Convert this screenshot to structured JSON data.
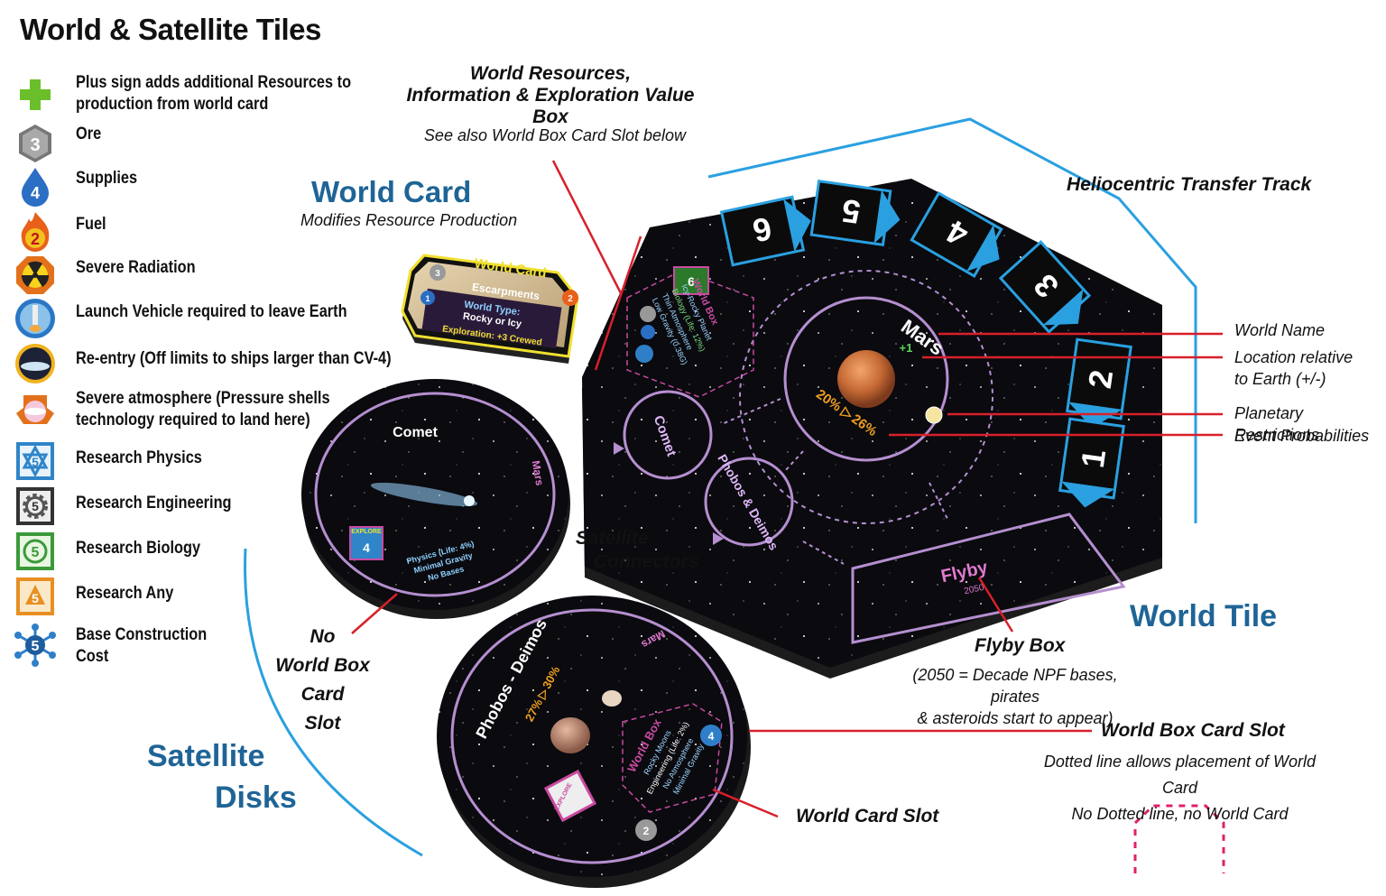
{
  "title": "World & Satellite Tiles",
  "legend": [
    {
      "icon": "plus-sign-icon",
      "label": "Plus sign adds additional Resources to production from world card",
      "line1": "Plus sign adds additional Resources to",
      "line2": "production from world card"
    },
    {
      "icon": "ore-icon",
      "label": "Ore",
      "value": "3"
    },
    {
      "icon": "supplies-icon",
      "label": "Supplies",
      "value": "4"
    },
    {
      "icon": "fuel-icon",
      "label": "Fuel",
      "value": "2"
    },
    {
      "icon": "radiation-icon",
      "label": "Severe Radiation"
    },
    {
      "icon": "launch-vehicle-icon",
      "label": "Launch Vehicle required to leave Earth"
    },
    {
      "icon": "reentry-icon",
      "label": "Re-entry (Off limits to ships larger than CV-4)"
    },
    {
      "icon": "atmosphere-icon",
      "label": "Severe atmosphere (Pressure shells technology required to land here)",
      "line1": "Severe atmosphere (Pressure shells",
      "line2": "technology required to land here)"
    },
    {
      "icon": "research-physics-icon",
      "label": "Research Physics",
      "value": "5"
    },
    {
      "icon": "research-engineering-icon",
      "label": "Research Engineering",
      "value": "5"
    },
    {
      "icon": "research-biology-icon",
      "label": "Research Biology",
      "value": "5"
    },
    {
      "icon": "research-any-icon",
      "label": "Research Any",
      "value": "5"
    },
    {
      "icon": "base-construction-icon",
      "label": "Base Construction Cost",
      "line1": "Base Construction",
      "line2": "Cost",
      "value": "5"
    }
  ],
  "callouts": {
    "world_resources": {
      "line1": "World Resources,",
      "line2": "Information & Exploration Value Box",
      "sub": "See also World Box Card Slot below"
    },
    "world_card": {
      "title": "World Card",
      "sub": "Modifies Resource Production"
    },
    "heliocentric": "Heliocentric Transfer Track",
    "world_name": "World Name",
    "location": {
      "line1": "Location relative",
      "line2": "to Earth (+/-)"
    },
    "planetary": "Planetary Restrictions",
    "event_prob": "Event Probabilities",
    "satellite_connectors": {
      "line1": "Satellite",
      "line2": "Connectors"
    },
    "no_world_box": {
      "l1": "No",
      "l2": "World Box",
      "l3": "Card",
      "l4": "Slot"
    },
    "world_tile": "World Tile",
    "flyby_box": {
      "title": "Flyby Box",
      "line1": "(2050 = Decade NPF bases, pirates",
      "line2": "& asteroids start to appear)"
    },
    "world_box_slot": {
      "title": "World Box Card Slot",
      "line1": "Dotted line allows placement of World Card",
      "line2": "No Dotted line, no World Card"
    },
    "world_card_slot": "World Card Slot",
    "satellite_disks": {
      "line1": "Satellite",
      "line2": "Disks"
    }
  },
  "world_card": {
    "header": "World Card",
    "name": "Escarpments",
    "type_label": "World Type:",
    "type": "Rocky or Icy",
    "exploration": "Exploration: +3 Crewed",
    "ore": "3",
    "fuel": "2",
    "supplies": "1"
  },
  "world_tile": {
    "track": [
      "6",
      "5",
      "4",
      "3",
      "2",
      "1"
    ],
    "planet_name": "Mars",
    "location": "+1",
    "event_low": "20%",
    "event_high": "26%",
    "arrow": "▷",
    "world_box_title": "World Box",
    "world_box_lines": [
      "Icy-Rocky Planet",
      "Biology (Life: 12%)",
      "Thin Atmosphere",
      "Low Gravity (0.38G)"
    ],
    "explore_label": "EXPLORE",
    "explore_value": "6",
    "satellites": [
      "Comet",
      "Phobos & Deimos"
    ],
    "flyby": "Flyby",
    "flyby_year": "2050"
  },
  "comet_disk": {
    "name": "Comet",
    "connector": "Mars",
    "explore_label": "EXPLORE",
    "explore_value": "4",
    "lines": [
      "Physics (Life: 4%)",
      "Minimal Gravity",
      "No Bases"
    ]
  },
  "phobos_disk": {
    "name": "Phobos - Deimos",
    "connector": "Mars",
    "event_low": "27%",
    "event_high": "30%",
    "arrow": "▷",
    "world_box_title": "World Box",
    "lines": [
      "Rocky Moons",
      "Engineering (Life: 2%)",
      "No Atmosphere",
      "Minimal Gravity"
    ],
    "explore_label": "EXPLORE",
    "base_cost": "4",
    "ore": "2"
  },
  "colors": {
    "accent_blue": "#1f6496",
    "line_red": "#d8202a",
    "track_blue": "#2aa0e0",
    "board_purple": "#b58fd0",
    "dotted_pink": "#e0206a"
  }
}
